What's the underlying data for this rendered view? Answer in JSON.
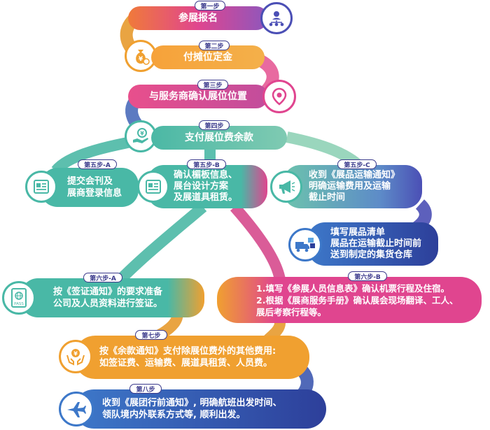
{
  "colors": {
    "purple": "#5a4fb3",
    "orange": "#f0a030",
    "pink": "#e0458f",
    "teal": "#49b8a6",
    "navy": "#2d3f9a",
    "blue": "#3d78c9"
  },
  "steps": {
    "s1": {
      "tag": "第一步",
      "label": "参展报名",
      "icon": "people-network-icon"
    },
    "s2": {
      "tag": "第二步",
      "label": "付摊位定金",
      "icon": "money-bag-icon"
    },
    "s3": {
      "tag": "第三步",
      "label": "与服务商确认展位位置",
      "icon": "location-pin-icon"
    },
    "s4": {
      "tag": "第四步",
      "label": "支付展位费余款",
      "icon": "hand-yen-icon"
    },
    "s5a": {
      "tag": "第五步-A",
      "label": "提交会刊及\n展商登录信息",
      "icon": "newspaper-icon"
    },
    "s5b": {
      "tag": "第五步-B",
      "label": "确认楣板信息、\n展台设计方案\n及展道具租赁。",
      "icon": "newspaper-icon"
    },
    "s5c": {
      "tag": "第五步-C",
      "label": "收到《展品运输通知》\n明确运输费用及运输\n截止时间",
      "icon": "megaphone-icon"
    },
    "s5c2": {
      "label": "填写展品清单\n展品在运输截止时间前\n送到制定的集货仓库",
      "icon": "truck-boxes-icon"
    },
    "s6a": {
      "tag": "第六步-A",
      "label": "按《签证通知》的要求准备\n公司及人员资料进行签证。",
      "icon": "passport-icon",
      "icon_text": "PASS"
    },
    "s6b": {
      "tag": "第六步-B",
      "label": "1.填写《参展人员信息表》确认机票行程及住宿。\n2.根据《展商服务手册》确认展会现场翻译、工人、\n展后考察行程等。"
    },
    "s7": {
      "tag": "第七步",
      "label": "按《余款通知》支付除展位费外的其他费用:\n如签证费、运输费、展道具租赁、人员费。",
      "icon": "hands-yen-icon"
    },
    "s8": {
      "tag": "第八步",
      "label": "收到《展团行前通知》, 明确航班出发时间、\n领队境内外联系方式等, 顺利出发。",
      "icon": "airplane-icon"
    }
  }
}
